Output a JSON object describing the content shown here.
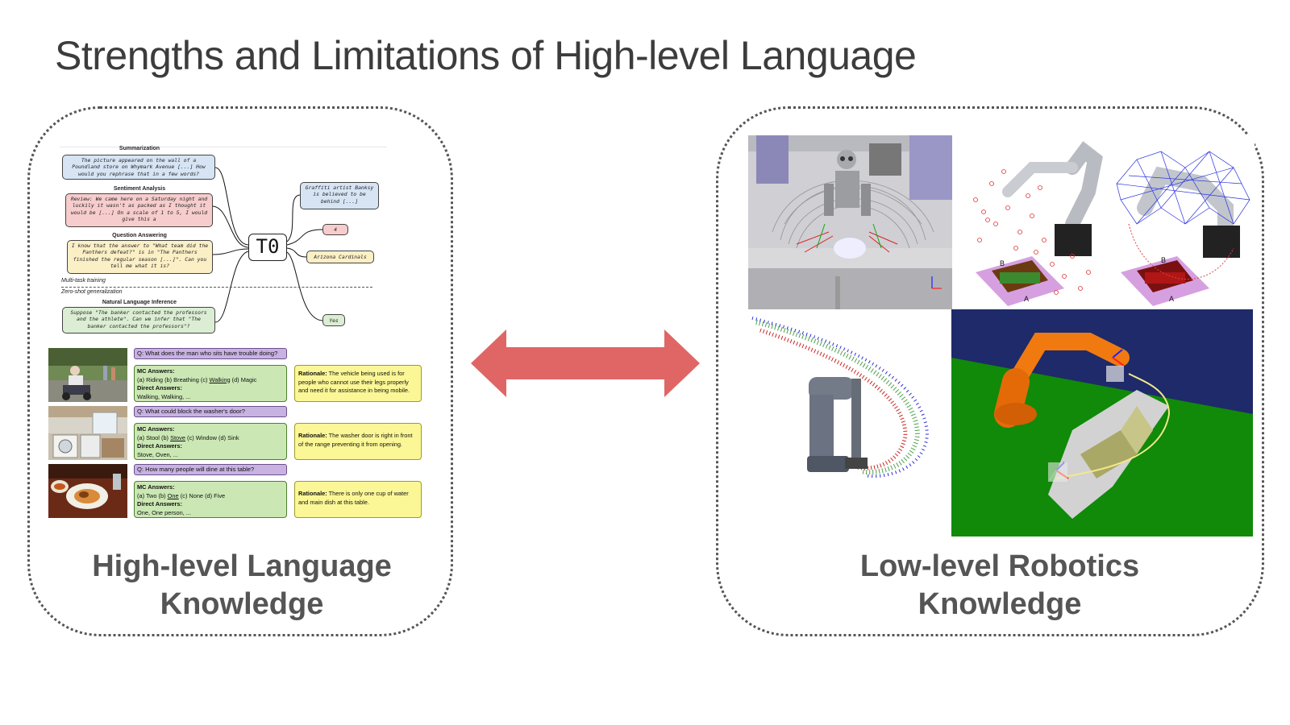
{
  "slide": {
    "title": "Strengths and Limitations of High-level Language",
    "left_caption_line1": "High-level Language",
    "left_caption_line2": "Knowledge",
    "right_caption_line1": "Low-level Robotics",
    "right_caption_line2": "Knowledge"
  },
  "t0": {
    "center_label": "T0",
    "headings": {
      "summarization": "Summarization",
      "sentiment": "Sentiment Analysis",
      "qa": "Question Answering",
      "nli": "Natural Language Inference"
    },
    "inputs": {
      "summarization": "The picture appeared on the wall of a Poundland store on Whymark Avenue [...] How would you rephrase that in a few words?",
      "sentiment": "Review: We came here on a Saturday night and luckily it wasn't as packed as I thought it would be [...] On a scale of 1 to 5, I would give this a",
      "qa": "I know that the answer to \"What team did the Panthers defeat?\" is in \"The Panthers finished the regular season [...]\". Can you tell me what it is?",
      "nli": "Suppose \"The banker contacted the professors and the athlete\". Can we infer that \"The banker contacted the professors\"?"
    },
    "outputs": {
      "summarization": "Graffiti artist Banksy is believed to be behind [...]",
      "sentiment": "4",
      "qa": "Arizona Cardinals",
      "nli": "Yes"
    },
    "divider_top": "Multi-task training",
    "divider_bottom": "Zero-shot generalization"
  },
  "vcr": {
    "rows": [
      {
        "question": "Q: What does the man who sits have trouble doing?",
        "mc_label": "MC Answers:",
        "mc_prefix": "(a) Riding (b) Breathing (c) ",
        "mc_underlined": "Walking",
        "mc_suffix": " (d) Magic",
        "direct_label": "Direct Answers:",
        "direct": "Walking, Walking, ...",
        "rationale_label": "Rationale:",
        "rationale": "The vehicle being used is for people who cannot use their legs properly and need it for assistance in being mobile."
      },
      {
        "question": "Q: What could block the washer's door?",
        "mc_label": "MC Answers:",
        "mc_prefix": "(a) Stool (b) ",
        "mc_underlined": "Stove",
        "mc_suffix": " (c) Window (d) Sink",
        "direct_label": "Direct Answers:",
        "direct": "Stove, Oven, ...",
        "rationale_label": "Rationale:",
        "rationale": "The washer door is right in front of the range preventing it from opening."
      },
      {
        "question": "Q: How many people will dine at this table?",
        "mc_label": "MC Answers:",
        "mc_prefix": "(a) Two (b) ",
        "mc_underlined": "One",
        "mc_suffix": " (c) None (d) Five",
        "direct_label": "Direct Answers:",
        "direct": "One, One person, ...",
        "rationale_label": "Rationale:",
        "rationale": "There is only one cup of water and main dish at this table."
      }
    ]
  },
  "robotics": {
    "box_label_a": "A",
    "box_label_b": "B"
  },
  "colors": {
    "arrow": "#e06666",
    "t0_blue": "#d6e4f4",
    "t0_red": "#f6cccc",
    "t0_yellow": "#fbefc6",
    "t0_green": "#dbeed3",
    "vcr_question": "#c8b2e2",
    "vcr_answers": "#cbe8b4",
    "vcr_rationale": "#fbf796",
    "sim_floor_green": "#108a08",
    "sim_sky_blue": "#1e2a6a",
    "robot_orange": "#f07a10"
  }
}
